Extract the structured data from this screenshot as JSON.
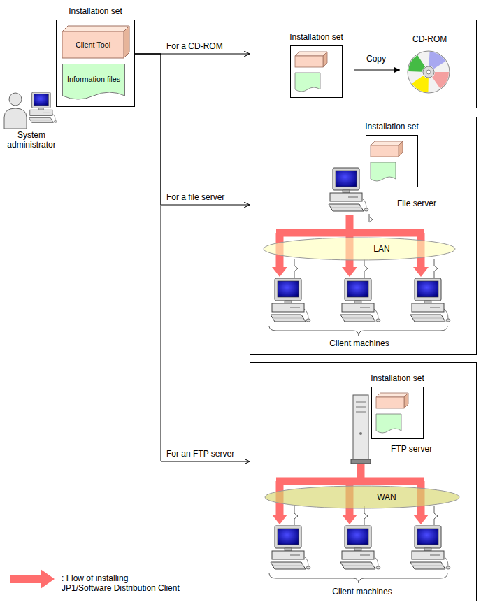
{
  "diagram": {
    "nodes": [
      {
        "text": [
          "Installation set"
        ]
      },
      {
        "text": [
          "Client Tool"
        ],
        "in": 0
      },
      {
        "text": [
          "Information files"
        ],
        "in": 0
      },
      {
        "text": [
          "Copy",
          "CD-ROM"
        ]
      },
      {
        "text": [
          "Installation set"
        ],
        "in": 3
      },
      {
        "text": [
          "File server",
          "Client machines"
        ]
      },
      {
        "text": [
          "Installation set"
        ],
        "in": 5
      },
      {
        "text": [
          "LAN"
        ],
        "in": 5
      },
      {
        "text": [
          "FTP server",
          "Client machines"
        ]
      },
      {
        "text": [
          "Installation set"
        ],
        "in": 8
      },
      {
        "text": [
          "WAN"
        ],
        "in": 8
      }
    ],
    "edges": [
      {
        "from": 0,
        "to": 3,
        "arrow": "to",
        "label": "For a CD-ROM"
      },
      {
        "from": 0,
        "to": 5,
        "arrow": "to",
        "label": "For a file server"
      },
      {
        "from": 0,
        "to": 8,
        "arrow": "to",
        "label": "For an FTP server"
      }
    ],
    "labels": [
      "System administrator"
    ],
    "legend": [
      {
        "text": ": Flow of installing JP1/Software Distribution Client"
      }
    ]
  }
}
